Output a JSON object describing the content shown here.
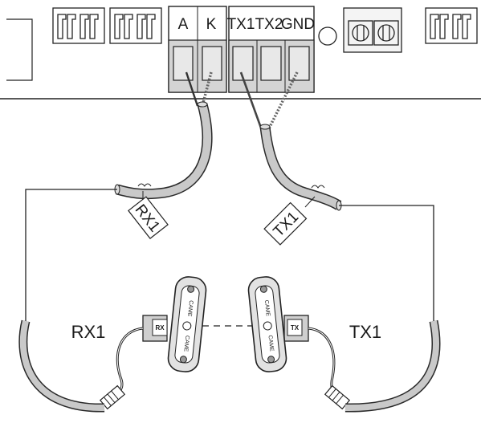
{
  "terminals": {
    "a": "A",
    "k": "K",
    "tx1": "TX1",
    "tx2": "TX2",
    "gnd": "GND"
  },
  "tags": {
    "left": "RX1",
    "right": "TX1"
  },
  "devices": {
    "receiver": {
      "label": "RX1",
      "badge": "RX",
      "brand_top": "CAME",
      "brand_bottom": "CAME"
    },
    "transmitter": {
      "label": "TX1",
      "badge": "TX",
      "brand_top": "CAME",
      "brand_bottom": "CAME"
    }
  }
}
